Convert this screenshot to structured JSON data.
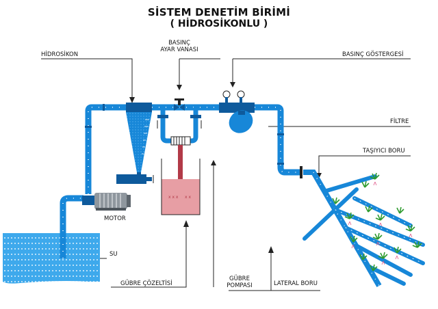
{
  "title": "SİSTEM DENETİM BİRİMİ",
  "subtitle": "( HİDROSİKONLU )",
  "labels": {
    "hidrosikon": "HİDROSİKON",
    "basinc_ayar_1": "BASINÇ",
    "basinc_ayar_2": "AYAR VANASI",
    "basinc_gostergesi": "BASINÇ GÖSTERGESİ",
    "filtre": "FİLTRE",
    "tasiyici_boru": "TAŞIYICI BORU",
    "motor": "MOTOR",
    "su": "SU",
    "gubre_cozeltisi": "GÜBRE ÇÖZELTİSİ",
    "gubre_pompasi_1": "GÜBRE",
    "gubre_pompasi_2": "POMPASI",
    "lateral_boru": "LATERAL BORU"
  },
  "colors": {
    "pipe": "#1787d8",
    "pipe_dark": "#0e5a9c",
    "water": "#3ea9ec",
    "solution": "#e79ea4",
    "plant": "#2e9b2e"
  }
}
